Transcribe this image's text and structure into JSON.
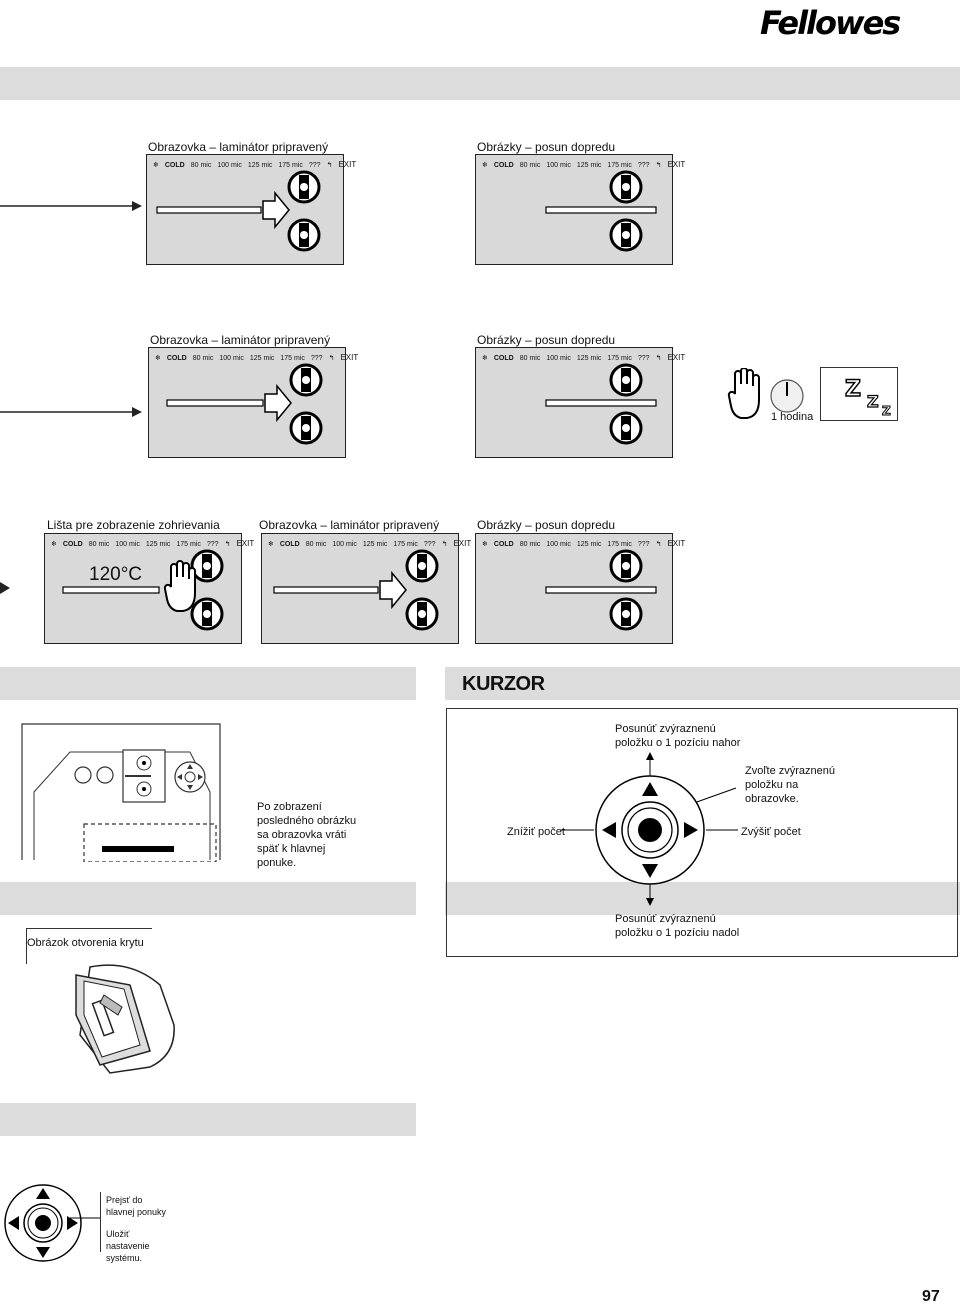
{
  "brand": "Fellowes",
  "screen_titles": {
    "ready": "Obrazovka – laminátor pripravený",
    "forward": "Obrázky – posun dopredu",
    "heating": "Lišta pre zobrazenie zohrievania"
  },
  "status_bar": {
    "cold": "COLD",
    "mic80": "80 mic",
    "mic100": "100 mic",
    "mic125": "125 mic",
    "mic175": "175 mic",
    "unknown": "???",
    "exit": "EXIT"
  },
  "temperature": "120°C",
  "sleep": {
    "hour_label": "1 hodina"
  },
  "cursor": {
    "heading": "KURZOR",
    "up": "Posunúť zvýraznenú položku o 1 pozíciu nahor",
    "select": "Zvoľte zvýraznenú položku na obrazovke.",
    "decrease": "Znížiť počet",
    "increase": "Zvýšiť počet",
    "down": "Posunúť zvýraznenú položku o 1 pozíciu nadol"
  },
  "last_image_note": "Po zobrazení posledného obrázku sa obrazovka vráti späť k hlavnej ponuke.",
  "cover_open_caption": "Obrázok otvorenia krytu",
  "menu": {
    "go_main": "Prejsť do hlavnej ponuky",
    "save": "Uložiť nastavenie systému."
  },
  "page_number": "97"
}
